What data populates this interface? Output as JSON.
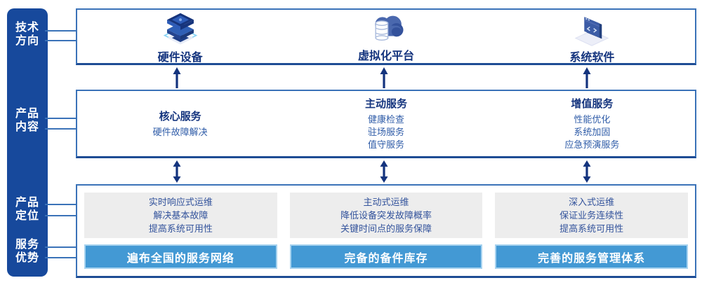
{
  "colors": {
    "sidebar_bg": "#17499C",
    "box_border": "#3A72B8",
    "heading_text": "#14347E",
    "body_text": "#2F5CA8",
    "gray_panel_bg": "#EDEDED",
    "bar_bg": "#4399D4",
    "bar_text": "#FFFFFF",
    "arrow": "#14347E"
  },
  "sidebar": {
    "items": [
      {
        "line1": "技术",
        "line2": "方向"
      },
      {
        "line1": "产品",
        "line2": "内容"
      },
      {
        "line1": "产品",
        "line2": "定位"
      },
      {
        "line1": "服务",
        "line2": "优势"
      }
    ]
  },
  "tech_row": {
    "items": [
      {
        "label": "硬件设备",
        "icon": "server-stack-icon"
      },
      {
        "label": "虚拟化平台",
        "icon": "cloud-database-icon"
      },
      {
        "label": "系统软件",
        "icon": "software-window-icon"
      }
    ]
  },
  "content_row": {
    "columns": [
      {
        "title": "核心服务",
        "items": [
          "硬件故障解决"
        ]
      },
      {
        "title": "主动服务",
        "items": [
          "健康检查",
          "驻场服务",
          "值守服务"
        ]
      },
      {
        "title": "增值服务",
        "items": [
          "性能优化",
          "系统加固",
          "应急预演服务"
        ]
      }
    ]
  },
  "positioning_row": {
    "columns": [
      {
        "lines": [
          "实时响应式运维",
          "解决基本故障",
          "提高系统可用性"
        ],
        "bar": "遍布全国的服务网络"
      },
      {
        "lines": [
          "主动式运维",
          "降低设备突发故障概率",
          "关键时间点的服务保障"
        ],
        "bar": "完备的备件库存"
      },
      {
        "lines": [
          "深入式运维",
          "保证业务连续性",
          "提高系统可用性"
        ],
        "bar": "完善的服务管理体系"
      }
    ]
  }
}
